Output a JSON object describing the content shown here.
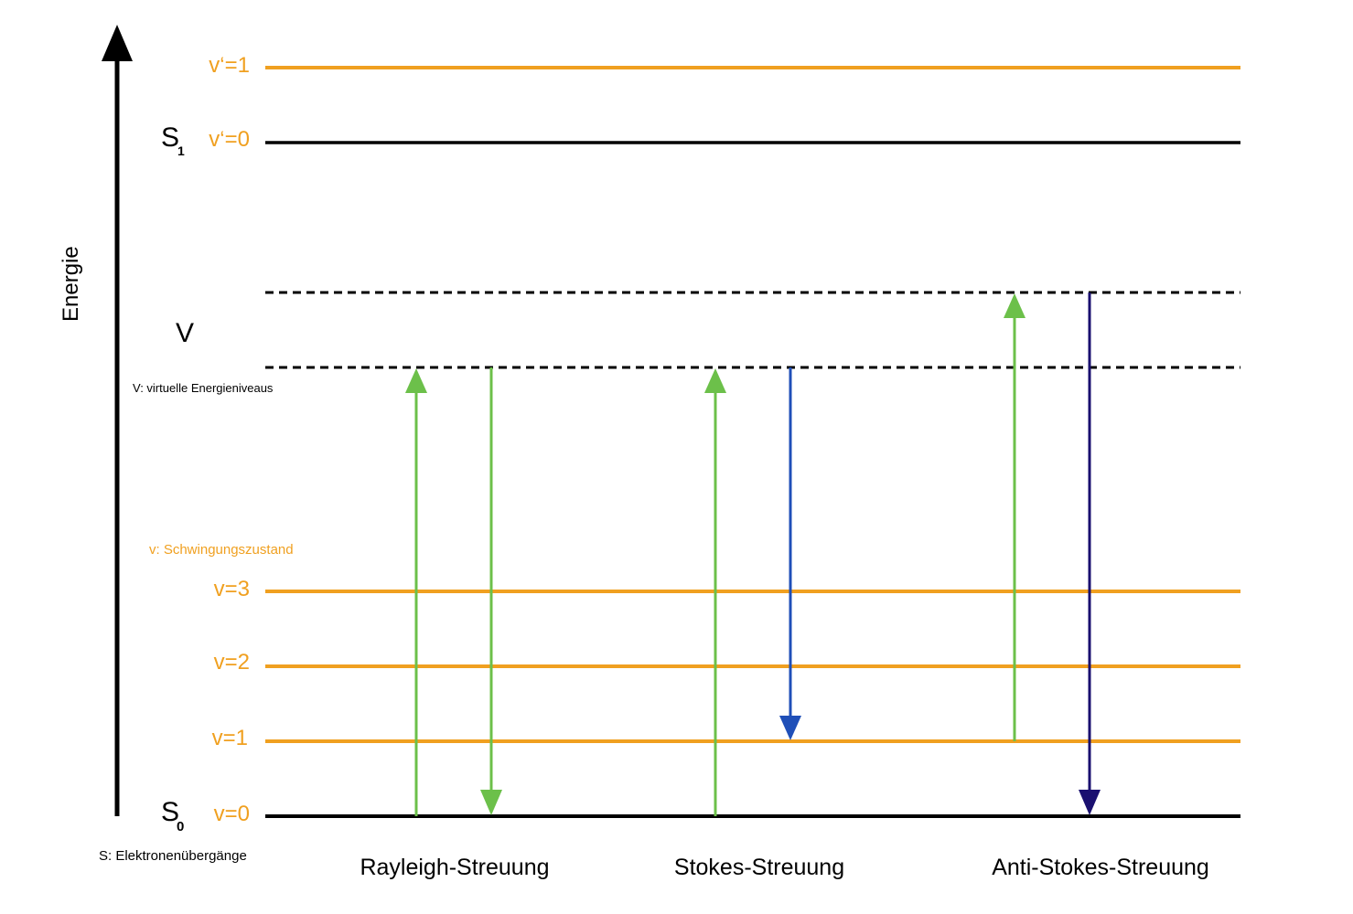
{
  "colors": {
    "orange": "#f0a020",
    "black": "#000000",
    "green": "#6cc04a",
    "blue": "#1f4fb8",
    "navy": "#1a1070"
  },
  "axis": {
    "label": "Energie"
  },
  "levels": {
    "v_prime_1": "v‘=1",
    "v_prime_0": "v‘=0",
    "s1_main": "S",
    "s1_sub": "1",
    "virtual": "V",
    "virtual_note": "V: virtuelle Energieniveaus",
    "vib_note": "v: Schwingungszustand",
    "v3": "v=3",
    "v2": "v=2",
    "v1": "v=1",
    "v0": "v=0",
    "s0_main": "S",
    "s0_sub": "0",
    "s_note": "S: Elektronenübergänge"
  },
  "processes": {
    "rayleigh": "Rayleigh-Streuung",
    "stokes": "Stokes-Streuung",
    "anti_stokes": "Anti-Stokes-Streuung"
  },
  "arrows": [
    {
      "name": "rayleigh-excitation-arrow",
      "process": "rayleigh",
      "direction": "up",
      "from": "v=0",
      "to": "V lower",
      "color": "green"
    },
    {
      "name": "rayleigh-emission-arrow",
      "process": "rayleigh",
      "direction": "down",
      "from": "V lower",
      "to": "v=0",
      "color": "green"
    },
    {
      "name": "stokes-excitation-arrow",
      "process": "stokes",
      "direction": "up",
      "from": "v=0",
      "to": "V lower",
      "color": "green"
    },
    {
      "name": "stokes-emission-arrow",
      "process": "stokes",
      "direction": "down",
      "from": "V lower",
      "to": "v=1",
      "color": "blue"
    },
    {
      "name": "anti-stokes-excitation-arrow",
      "process": "anti_stokes",
      "direction": "up",
      "from": "v=1",
      "to": "V upper",
      "color": "green"
    },
    {
      "name": "anti-stokes-emission-arrow",
      "process": "anti_stokes",
      "direction": "down",
      "from": "V upper",
      "to": "v=0",
      "color": "navy"
    }
  ]
}
